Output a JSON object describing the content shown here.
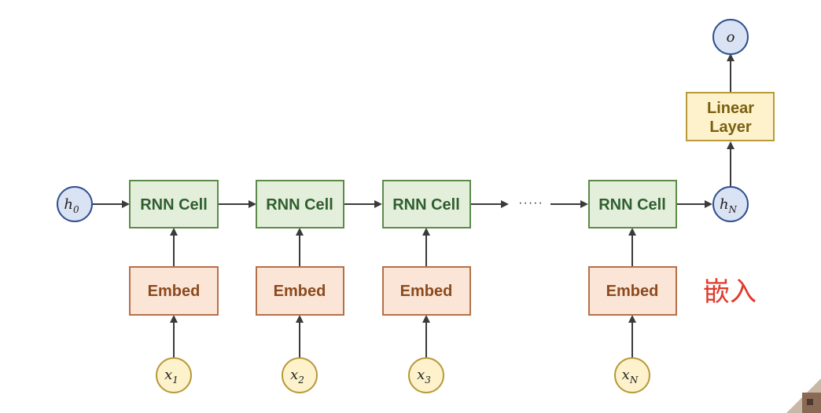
{
  "diagram": {
    "rnn_cells": [
      {
        "label": "RNN Cell"
      },
      {
        "label": "RNN Cell"
      },
      {
        "label": "RNN Cell"
      },
      {
        "label": "RNN Cell"
      }
    ],
    "embed_boxes": [
      {
        "label": "Embed"
      },
      {
        "label": "Embed"
      },
      {
        "label": "Embed"
      },
      {
        "label": "Embed"
      }
    ],
    "inputs": [
      {
        "base": "x",
        "sub": "1"
      },
      {
        "base": "x",
        "sub": "2"
      },
      {
        "base": "x",
        "sub": "3"
      },
      {
        "base": "x",
        "sub": "N"
      }
    ],
    "h0": {
      "base": "h",
      "sub": "0"
    },
    "hN": {
      "base": "h",
      "sub": "N"
    },
    "output": {
      "label": "o"
    },
    "linear_layer": {
      "line1": "Linear",
      "line2": "Layer"
    },
    "ellipsis": "·····",
    "annotation": "嵌入",
    "colors": {
      "rnn_fill": "#e3efdb",
      "rnn_stroke": "#5c8a4a",
      "embed_fill": "#fbe5d6",
      "embed_stroke": "#b5704a",
      "linear_fill": "#fdf2cc",
      "linear_stroke": "#b89a3a",
      "hidden_fill": "#dae3f3",
      "hidden_stroke": "#2f4f8f",
      "input_fill": "#fdf2cc",
      "input_stroke": "#b89a3a",
      "annotation": "#e03a2a"
    }
  }
}
